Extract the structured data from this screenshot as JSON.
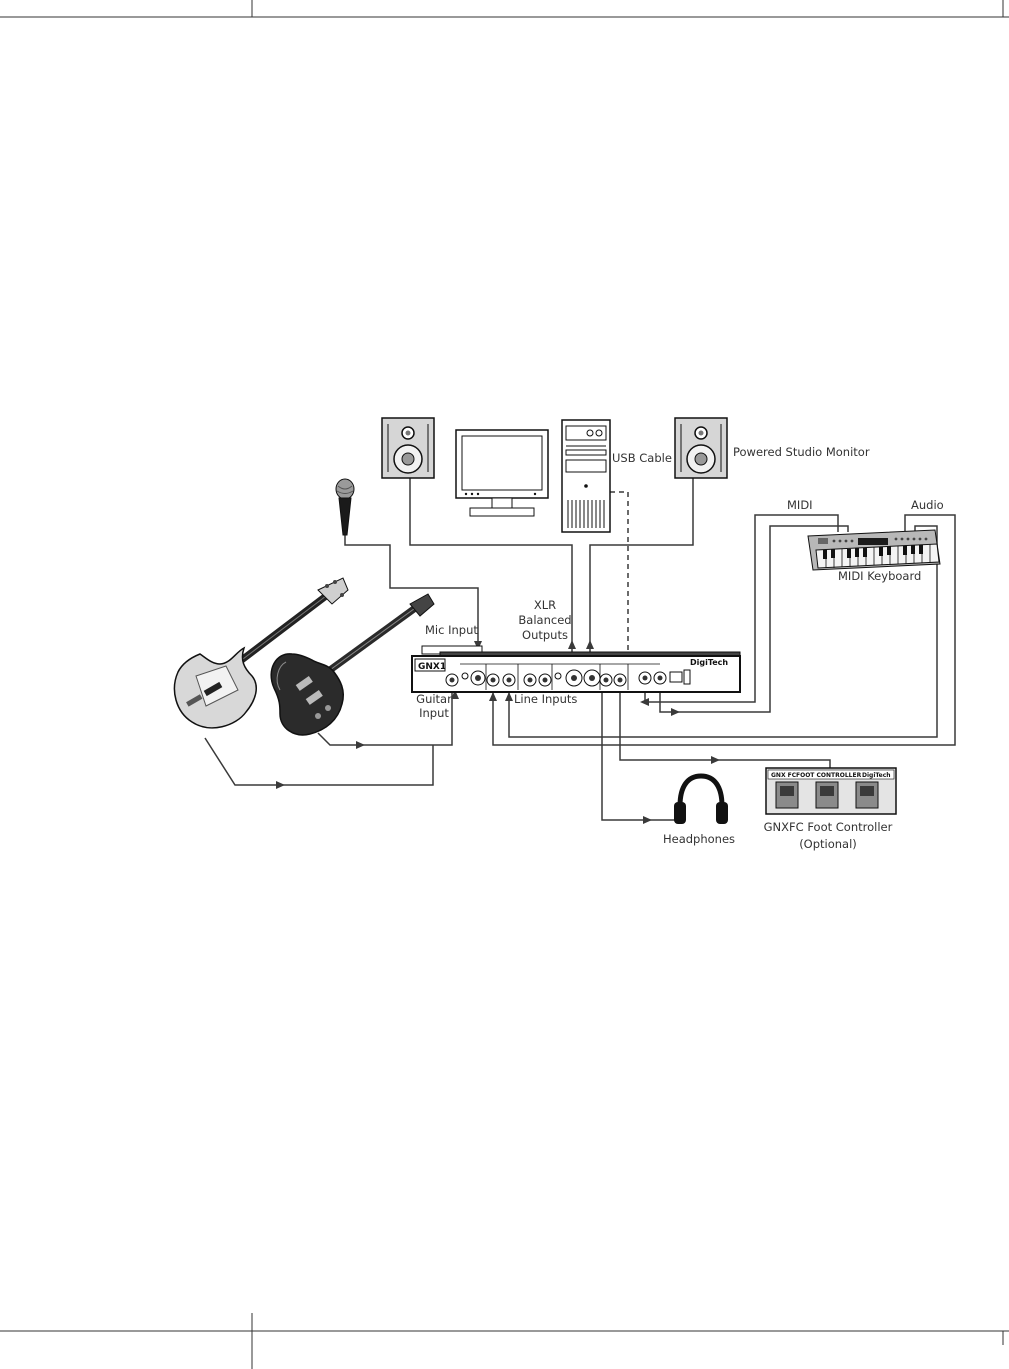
{
  "diagram": {
    "labels": {
      "usb_cable": "USB Cable",
      "powered_studio_monitor": "Powered Studio Monitor",
      "midi": "MIDI",
      "audio": "Audio",
      "midi_keyboard": "MIDI Keyboard",
      "xlr_line1": "XLR",
      "xlr_line2": "Balanced",
      "xlr_line3": "Outputs",
      "mic_input": "Mic Input",
      "guitar_input_line1": "Guitar",
      "guitar_input_line2": "Input",
      "line_inputs": "Line Inputs",
      "headphones": "Headphones",
      "foot_controller_line1": "GNXFC Foot Controller",
      "foot_controller_line2": "(Optional)"
    },
    "device": {
      "model": "GNX1",
      "brand": "DigiTech"
    },
    "foot_controller": {
      "model": "GNX FC",
      "title": "FOOT CONTROLLER",
      "brand": "DigiTech"
    }
  }
}
